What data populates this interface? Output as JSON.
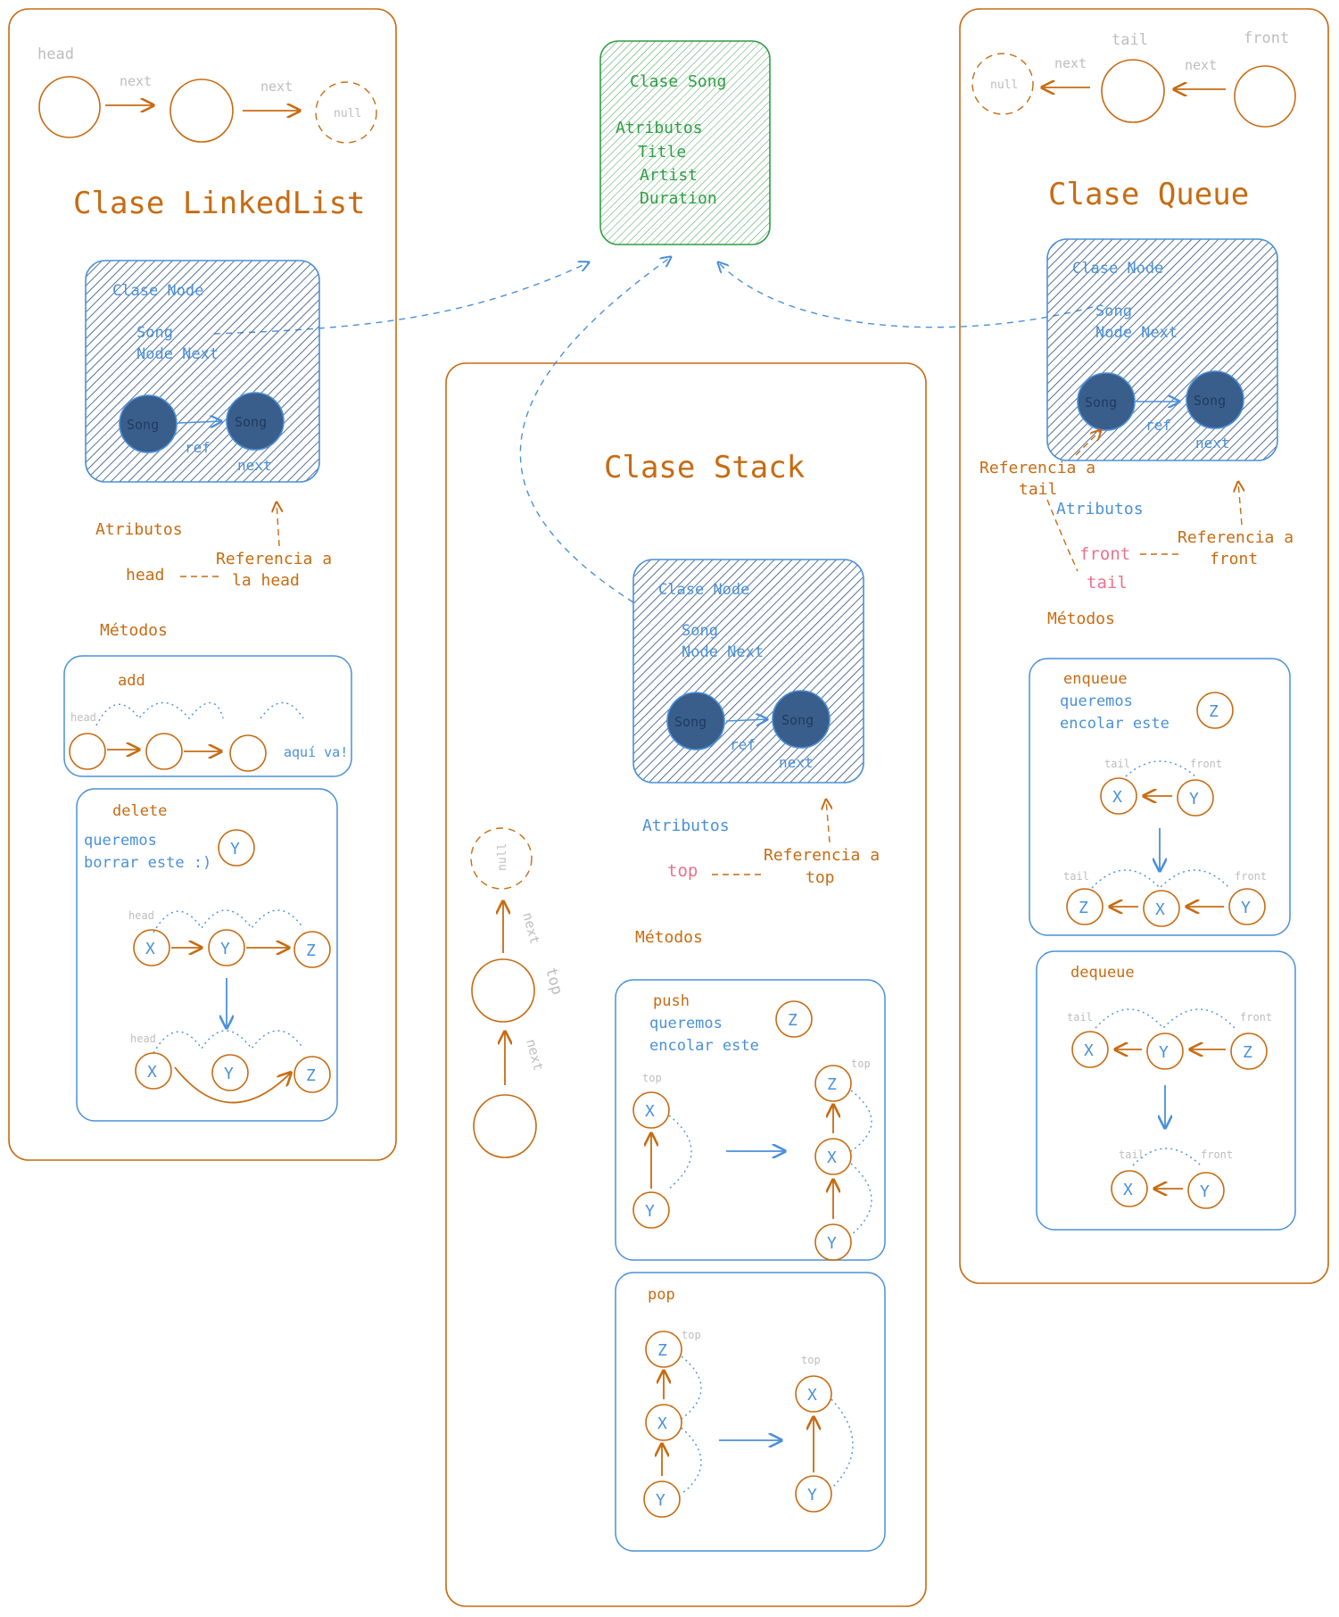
{
  "colors": {
    "orange": "#c76b12",
    "blue": "#4a90d9",
    "green": "#2f9e44",
    "gray": "#bdbdbd",
    "red": "#e8738c",
    "navy": "#1e3a5f"
  },
  "song": {
    "title": "Clase Song",
    "attrs": "Atributos",
    "f1": "Title",
    "f2": "Artist",
    "f3": "Duration"
  },
  "node": {
    "title": "Clase Node",
    "song": "Song",
    "next": "Node Next",
    "ref": "ref",
    "nextlbl": "next"
  },
  "labels": {
    "head": "head",
    "tail": "tail",
    "front": "front",
    "top": "top",
    "next": "next",
    "null": "null"
  },
  "ll": {
    "title": "Clase LinkedList",
    "attrs": "Atributos",
    "head": "head",
    "ref1": "Referencia a",
    "ref2": "la head",
    "methods": "Métodos",
    "add": "add",
    "aqui": "aquí va!",
    "delete": "delete",
    "q1": "queremos",
    "q2": "borrar este :)"
  },
  "stack": {
    "title": "Clase Stack",
    "attrs": "Atributos",
    "top": "top",
    "ref1": "Referencia a",
    "ref2": "top",
    "methods": "Métodos",
    "push": "push",
    "q1": "queremos",
    "q2": "encolar este",
    "pop": "pop"
  },
  "queue": {
    "title": "Clase Queue",
    "rt1": "Referencia a",
    "rt2": "tail",
    "attrs": "Atributos",
    "front": "front",
    "tail": "tail",
    "rf1": "Referencia a",
    "rf2": "front",
    "methods": "Métodos",
    "enqueue": "enqueue",
    "q1": "queremos",
    "q2": "encolar este",
    "dequeue": "dequeue"
  },
  "letters": {
    "x": "X",
    "y": "Y",
    "z": "Z"
  }
}
